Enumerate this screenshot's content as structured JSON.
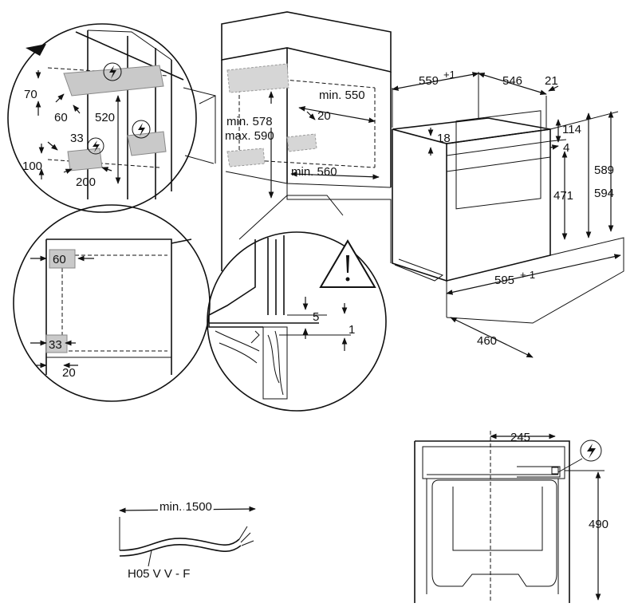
{
  "labels": {
    "d70": "70",
    "d60_top": "60",
    "d520": "520",
    "d33_top": "33",
    "d100": "100",
    "d200": "200",
    "min578": "min. 578",
    "max590": "max. 590",
    "min550": "min. 550",
    "d20_cab": "20",
    "min560": "min. 560",
    "d559": "559",
    "d559_tol": "+1",
    "d546": "546",
    "d21": "21",
    "d18": "18",
    "d114": "114",
    "d4": "4",
    "d589": "589",
    "d594": "594",
    "d471": "471",
    "d595": "595",
    "d595_tol": "+-1",
    "d460": "460",
    "d5": "5",
    "d1": "1",
    "d60_detail": "60",
    "d33_detail": "33",
    "d20_detail": "20",
    "min1500": "min. 1500",
    "cable_type": "H05 V V - F",
    "d245": "245",
    "d490": "490"
  },
  "icons": {
    "electric": "lightning-circle-icon",
    "warning": "warning-triangle-icon",
    "corner": "corner-marker-icon"
  }
}
